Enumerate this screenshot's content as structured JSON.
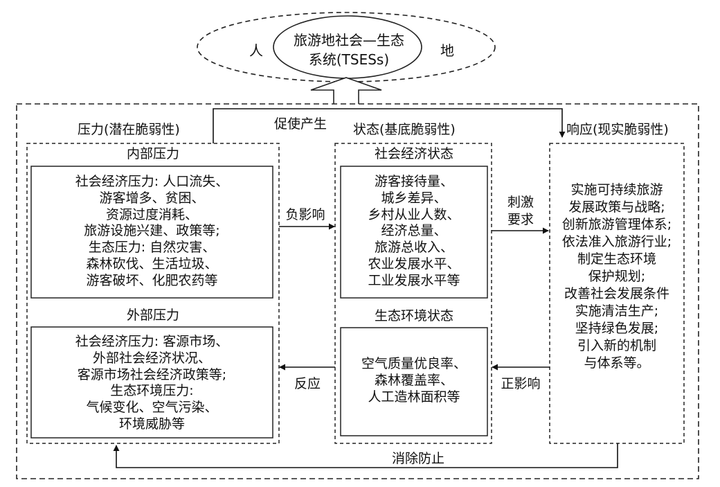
{
  "top": {
    "left_char": "人",
    "right_char": "地",
    "system_line1": "旅游地社会—生态",
    "system_line2": "系统(TSESs)"
  },
  "connectors": {
    "promote": "促使产生",
    "negative_impact": "负影响",
    "stimulate_line1": "刺激",
    "stimulate_line2": "要求",
    "reaction": "反应",
    "positive_impact": "正影响",
    "eliminate": "消除防止"
  },
  "pressure": {
    "title": "压力(潜在脆弱性)",
    "internal_title": "内部压力",
    "internal_lines": [
      "社会经济压力: 人口流失、",
      "游客增多、贫困、",
      "资源过度消耗、",
      "旅游设施兴建、政策等;",
      "生态压力: 自然灾害、",
      "森林砍伐、生活垃圾、",
      "游客破坏、化肥农药等"
    ],
    "external_title": "外部压力",
    "external_lines": [
      "社会经济压力: 客源市场、",
      "外部社会经济状况、",
      "客源市场社会经济政策等;",
      "生态环境压力:",
      "气候变化、空气污染、",
      "环境威胁等"
    ]
  },
  "state": {
    "title": "状态(基底脆弱性)",
    "socio_title": "社会经济状态",
    "socio_lines": [
      "游客接待量、",
      "城乡差异、",
      "乡村从业人数、",
      "经济总量、",
      "旅游总收入、",
      "农业发展水平、",
      "工业发展水平等"
    ],
    "eco_title": "生态环境状态",
    "eco_lines": [
      "空气质量优良率、",
      "森林覆盖率、",
      "人工造林面积等"
    ]
  },
  "response": {
    "title": "响应(现实脆弱性)",
    "lines": [
      "实施可持续旅游",
      "发展政策与战略;",
      "创新旅游管理体系;",
      "依法准入旅游行业;",
      "制定生态环境",
      "保护规划;",
      "改善社会发展条件",
      "实施清洁生产;",
      "坚持绿色发展;",
      "引入新的机制",
      "与体系等。"
    ]
  }
}
